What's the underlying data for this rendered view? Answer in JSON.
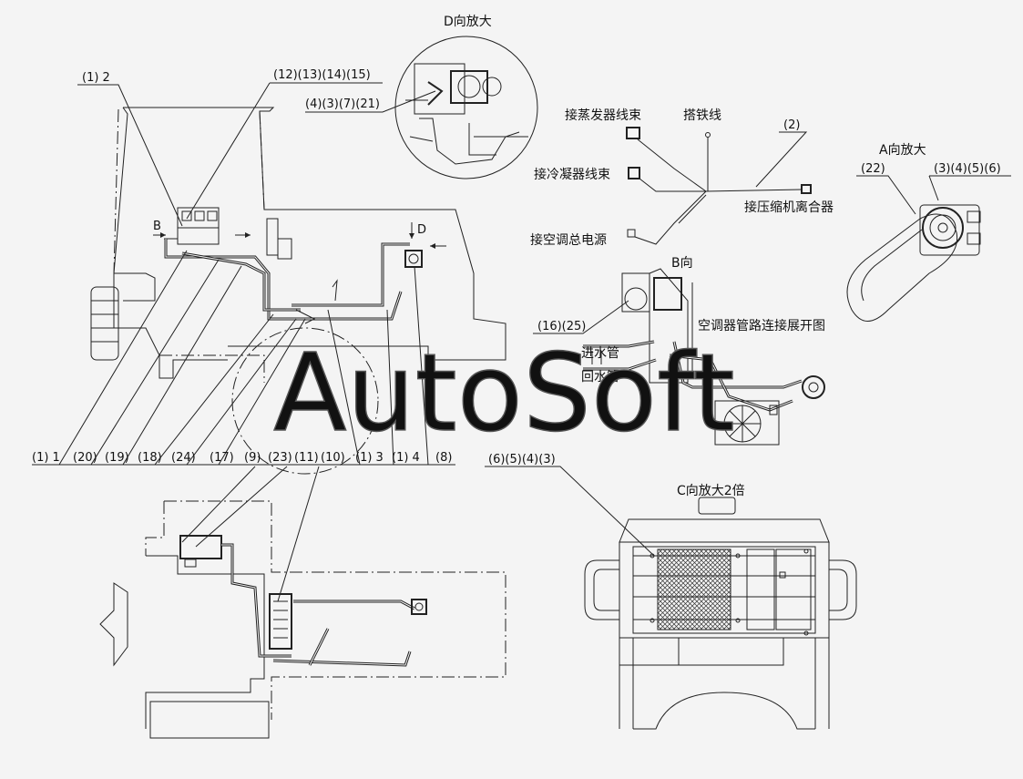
{
  "views": {
    "d_view_title": "D向放大",
    "a_view_title": "A向放大",
    "b_view_title": "B向",
    "c_view_title": "C向放大2倍",
    "pipe_title": "空调器管路连接展开图"
  },
  "harness": {
    "evaporator": "接蒸发器线束",
    "ground": "搭铁线",
    "condenser": "接冷凝器线束",
    "clutch": "接压缩机离合器",
    "power": "接空调总电源",
    "part_no": "(2)"
  },
  "pipes": {
    "water_in": "进水管",
    "water_out": "回水管"
  },
  "markers": {
    "arrow_b": "B",
    "arrow_d": "D"
  },
  "callouts": {
    "c1_2": "(1) 2",
    "c12_15": "(12)(13)(14)(15)",
    "c4_21": "(4)(3)(7)(21)",
    "c22": "(22)",
    "c3_6": "(3)(4)(5)(6)",
    "c16_25": "(16)(25)",
    "c6_3": "(6)(5)(4)(3)",
    "bottom_row": [
      "(1) 1",
      "(20)",
      "(19)",
      "(18)",
      "(24)",
      "(17)",
      "(9)",
      "(23)",
      "(11)",
      "(10)",
      "(1) 3",
      "(1) 4",
      "(8)"
    ]
  },
  "watermark": "AutoSoft"
}
